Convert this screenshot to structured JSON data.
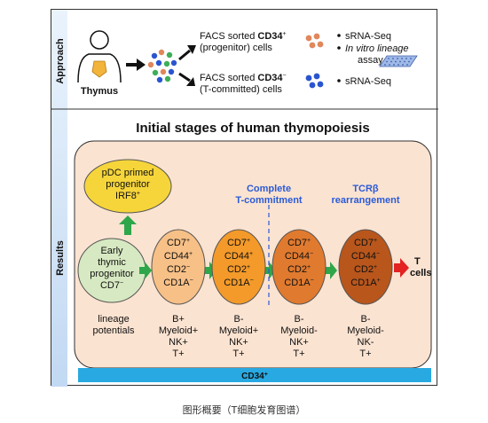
{
  "sidebar": {
    "approach_label": "Approach",
    "results_label": "Results"
  },
  "approach": {
    "thymus_label": "Thymus",
    "sorted_pos_line1": "FACS sorted ",
    "sorted_pos_marker": "CD34",
    "sorted_pos_sup": "+",
    "sorted_pos_line2": "(progenitor) cells",
    "sorted_neg_line1": "FACS sorted ",
    "sorted_neg_marker": "CD34",
    "sorted_neg_sup": "−",
    "sorted_neg_line2": "(T-committed) cells",
    "assays_pos": [
      "sRNA-Seq",
      "In vitro lineage",
      "assay"
    ],
    "assays_neg": [
      "sRNA-Seq"
    ]
  },
  "results": {
    "title": "Initial stages of human thymopoiesis",
    "pdc": {
      "lines": [
        "pDC primed",
        "progenitor",
        "IRF8"
      ],
      "sup": "+"
    },
    "early": {
      "lines": [
        "Early",
        "thymic",
        "progenitor",
        "CD7"
      ],
      "sup": "−"
    },
    "stage1": {
      "markers": [
        "CD7",
        "CD44",
        "CD2",
        "CD1A"
      ],
      "sups": [
        "+",
        "+",
        "−",
        "−"
      ]
    },
    "stage2": {
      "markers": [
        "CD7",
        "CD44",
        "CD2",
        "CD1A"
      ],
      "sups": [
        "+",
        "+",
        "+",
        "−"
      ]
    },
    "stage3": {
      "markers": [
        "CD7",
        "CD44",
        "CD2",
        "CD1A"
      ],
      "sups": [
        "+",
        "−",
        "+",
        "−"
      ]
    },
    "stage4": {
      "markers": [
        "CD7",
        "CD44",
        "CD2",
        "CD1A"
      ],
      "sups": [
        "+",
        "−",
        "+",
        "+"
      ]
    },
    "complete_label": [
      "Complete",
      "T-commitment"
    ],
    "tcr_label": [
      "TCRβ",
      "rearrangement"
    ],
    "t_cells": [
      "T",
      "cells"
    ],
    "lineage_label": [
      "lineage",
      "potentials"
    ],
    "potentials": [
      [
        "B+",
        "Myeloid+",
        "NK+",
        "T+"
      ],
      [
        "B-",
        "Myeloid+",
        "NK+",
        "T+"
      ],
      [
        "B-",
        "Myeloid-",
        "NK+",
        "T+"
      ],
      [
        "B-",
        "Myeloid-",
        "NK-",
        "T+"
      ]
    ],
    "cd34_bar": {
      "marker": "CD34",
      "sup": "+"
    }
  },
  "caption": "图形概要（T细胞发育图谱）",
  "colors": {
    "sidebar": "#c9def5",
    "results_bg": "#fbe3d1",
    "cd34_bar": "#29a9e1",
    "pdc": "#f6d53b",
    "early": "#d7e9c2",
    "stage1": "#f7c087",
    "stage2": "#f39a2a",
    "stage3": "#e07a2f",
    "stage4": "#b8561c",
    "arrow_green": "#2fa64a",
    "arrow_red": "#e32222"
  }
}
